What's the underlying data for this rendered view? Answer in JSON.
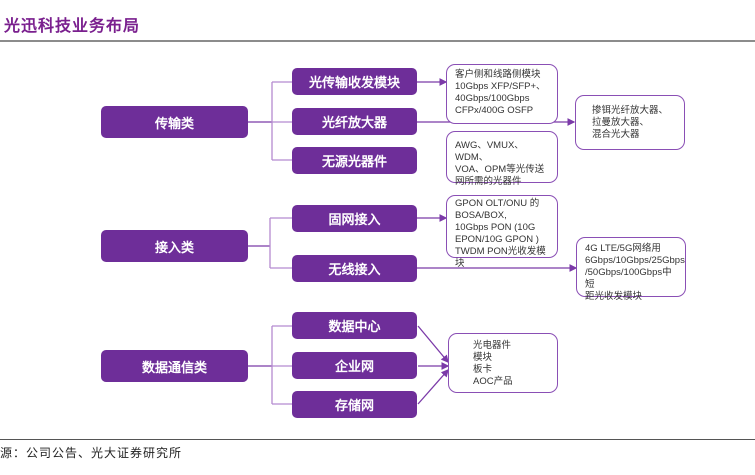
{
  "title": "光迅科技业务布局",
  "source": "源：公司公告、光大证券研究所",
  "colors": {
    "box": "#6e2e99",
    "line": "#b58ad0",
    "arrow": "#7b3aa8",
    "title": "#7a1f8e"
  },
  "categories": [
    {
      "label": "传输类",
      "children": [
        "光传输收发模块",
        "光纤放大器",
        "无源光器件"
      ]
    },
    {
      "label": "接入类",
      "children": [
        "固网接入",
        "无线接入"
      ]
    },
    {
      "label": "数据通信类",
      "children": [
        "数据中心",
        "企业网",
        "存储网"
      ]
    }
  ],
  "notes": {
    "transceiver": "客户侧和线路侧模块\n10Gbps XFP/SFP+、\n40Gbps/100Gbps\nCFPx/400G OSFP",
    "amplifier": "掺铒光纤放大器、\n拉曼放大器、\n混合光大器",
    "passive": "AWG、VMUX、WDM、\nVOA、OPM等光传送\n网所需的光器件",
    "fixed_access": "GPON OLT/ONU 的\nBOSA/BOX,\n10Gbps PON (10G\nEPON/10G GPON )\nTWDM PON光收发模块",
    "wireless_access": "4G LTE/5G网络用\n6Gbps/10Gbps/25Gbps\n/50Gbps/100Gbps中短\n距光收发模块",
    "datacom": "光电器件\n模块\n板卡\nAOC产品"
  }
}
